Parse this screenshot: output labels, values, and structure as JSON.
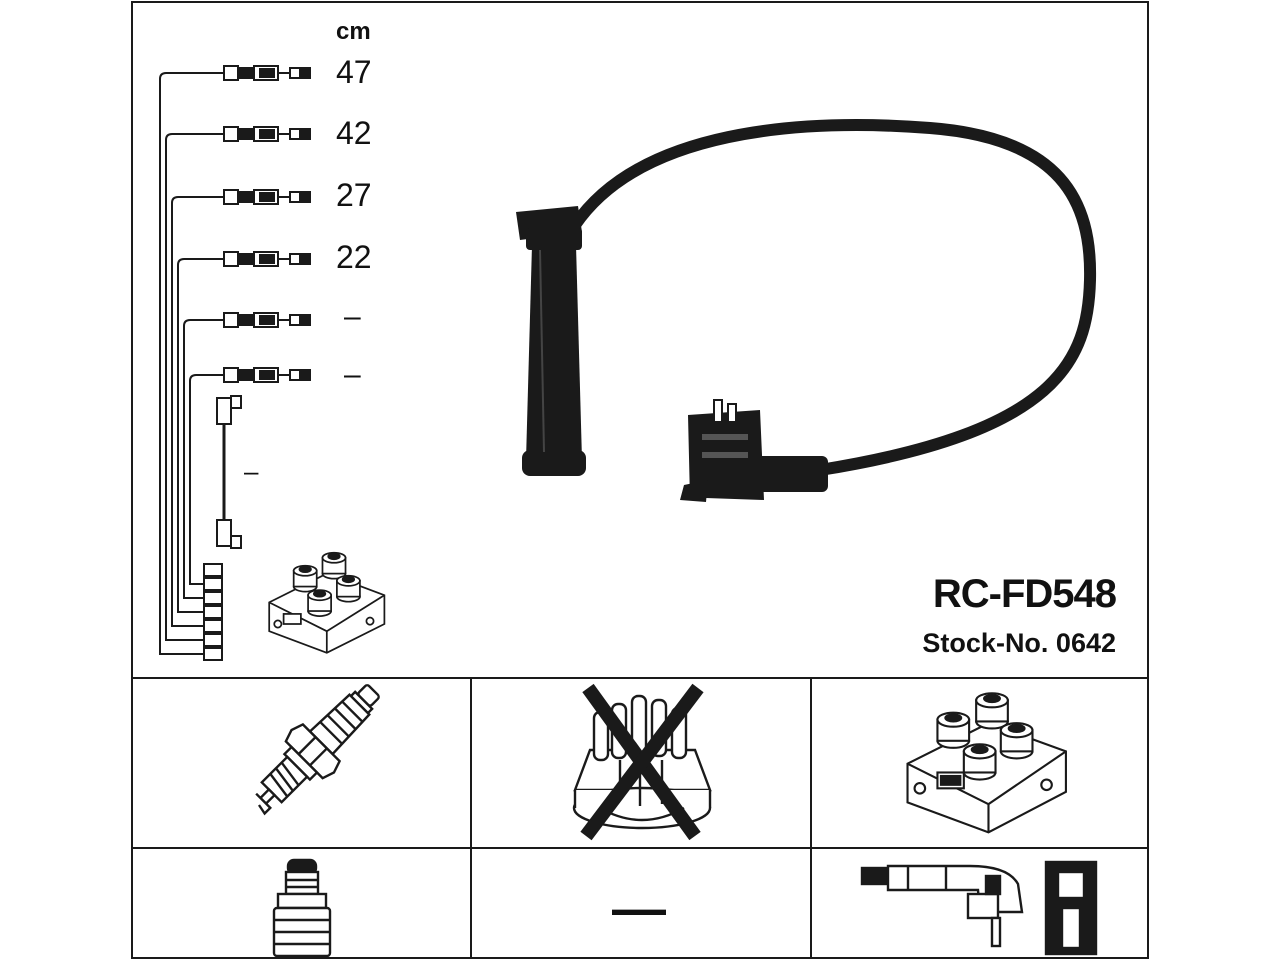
{
  "header": {
    "unit_label": "cm"
  },
  "cable_lengths": [
    "47",
    "42",
    "27",
    "22",
    "–",
    "–"
  ],
  "lead_length": "–",
  "product": {
    "model": "RC-FD548",
    "stock": "Stock-No. 0642"
  },
  "components": {
    "spark_plug": {
      "icon": "spark-plug-icon"
    },
    "distributor_cap": {
      "icon": "distributor-cap-icon",
      "crossed_out": true
    },
    "ignition_coil": {
      "icon": "ignition-coil-icon"
    },
    "plug_connector": {
      "icon": "plug-connector-icon"
    },
    "none_marker": {
      "value": "—"
    },
    "coil_connector": {
      "icon": "coil-connector-icon"
    }
  },
  "colors": {
    "line": "#1a1a1a",
    "background": "#ffffff"
  }
}
